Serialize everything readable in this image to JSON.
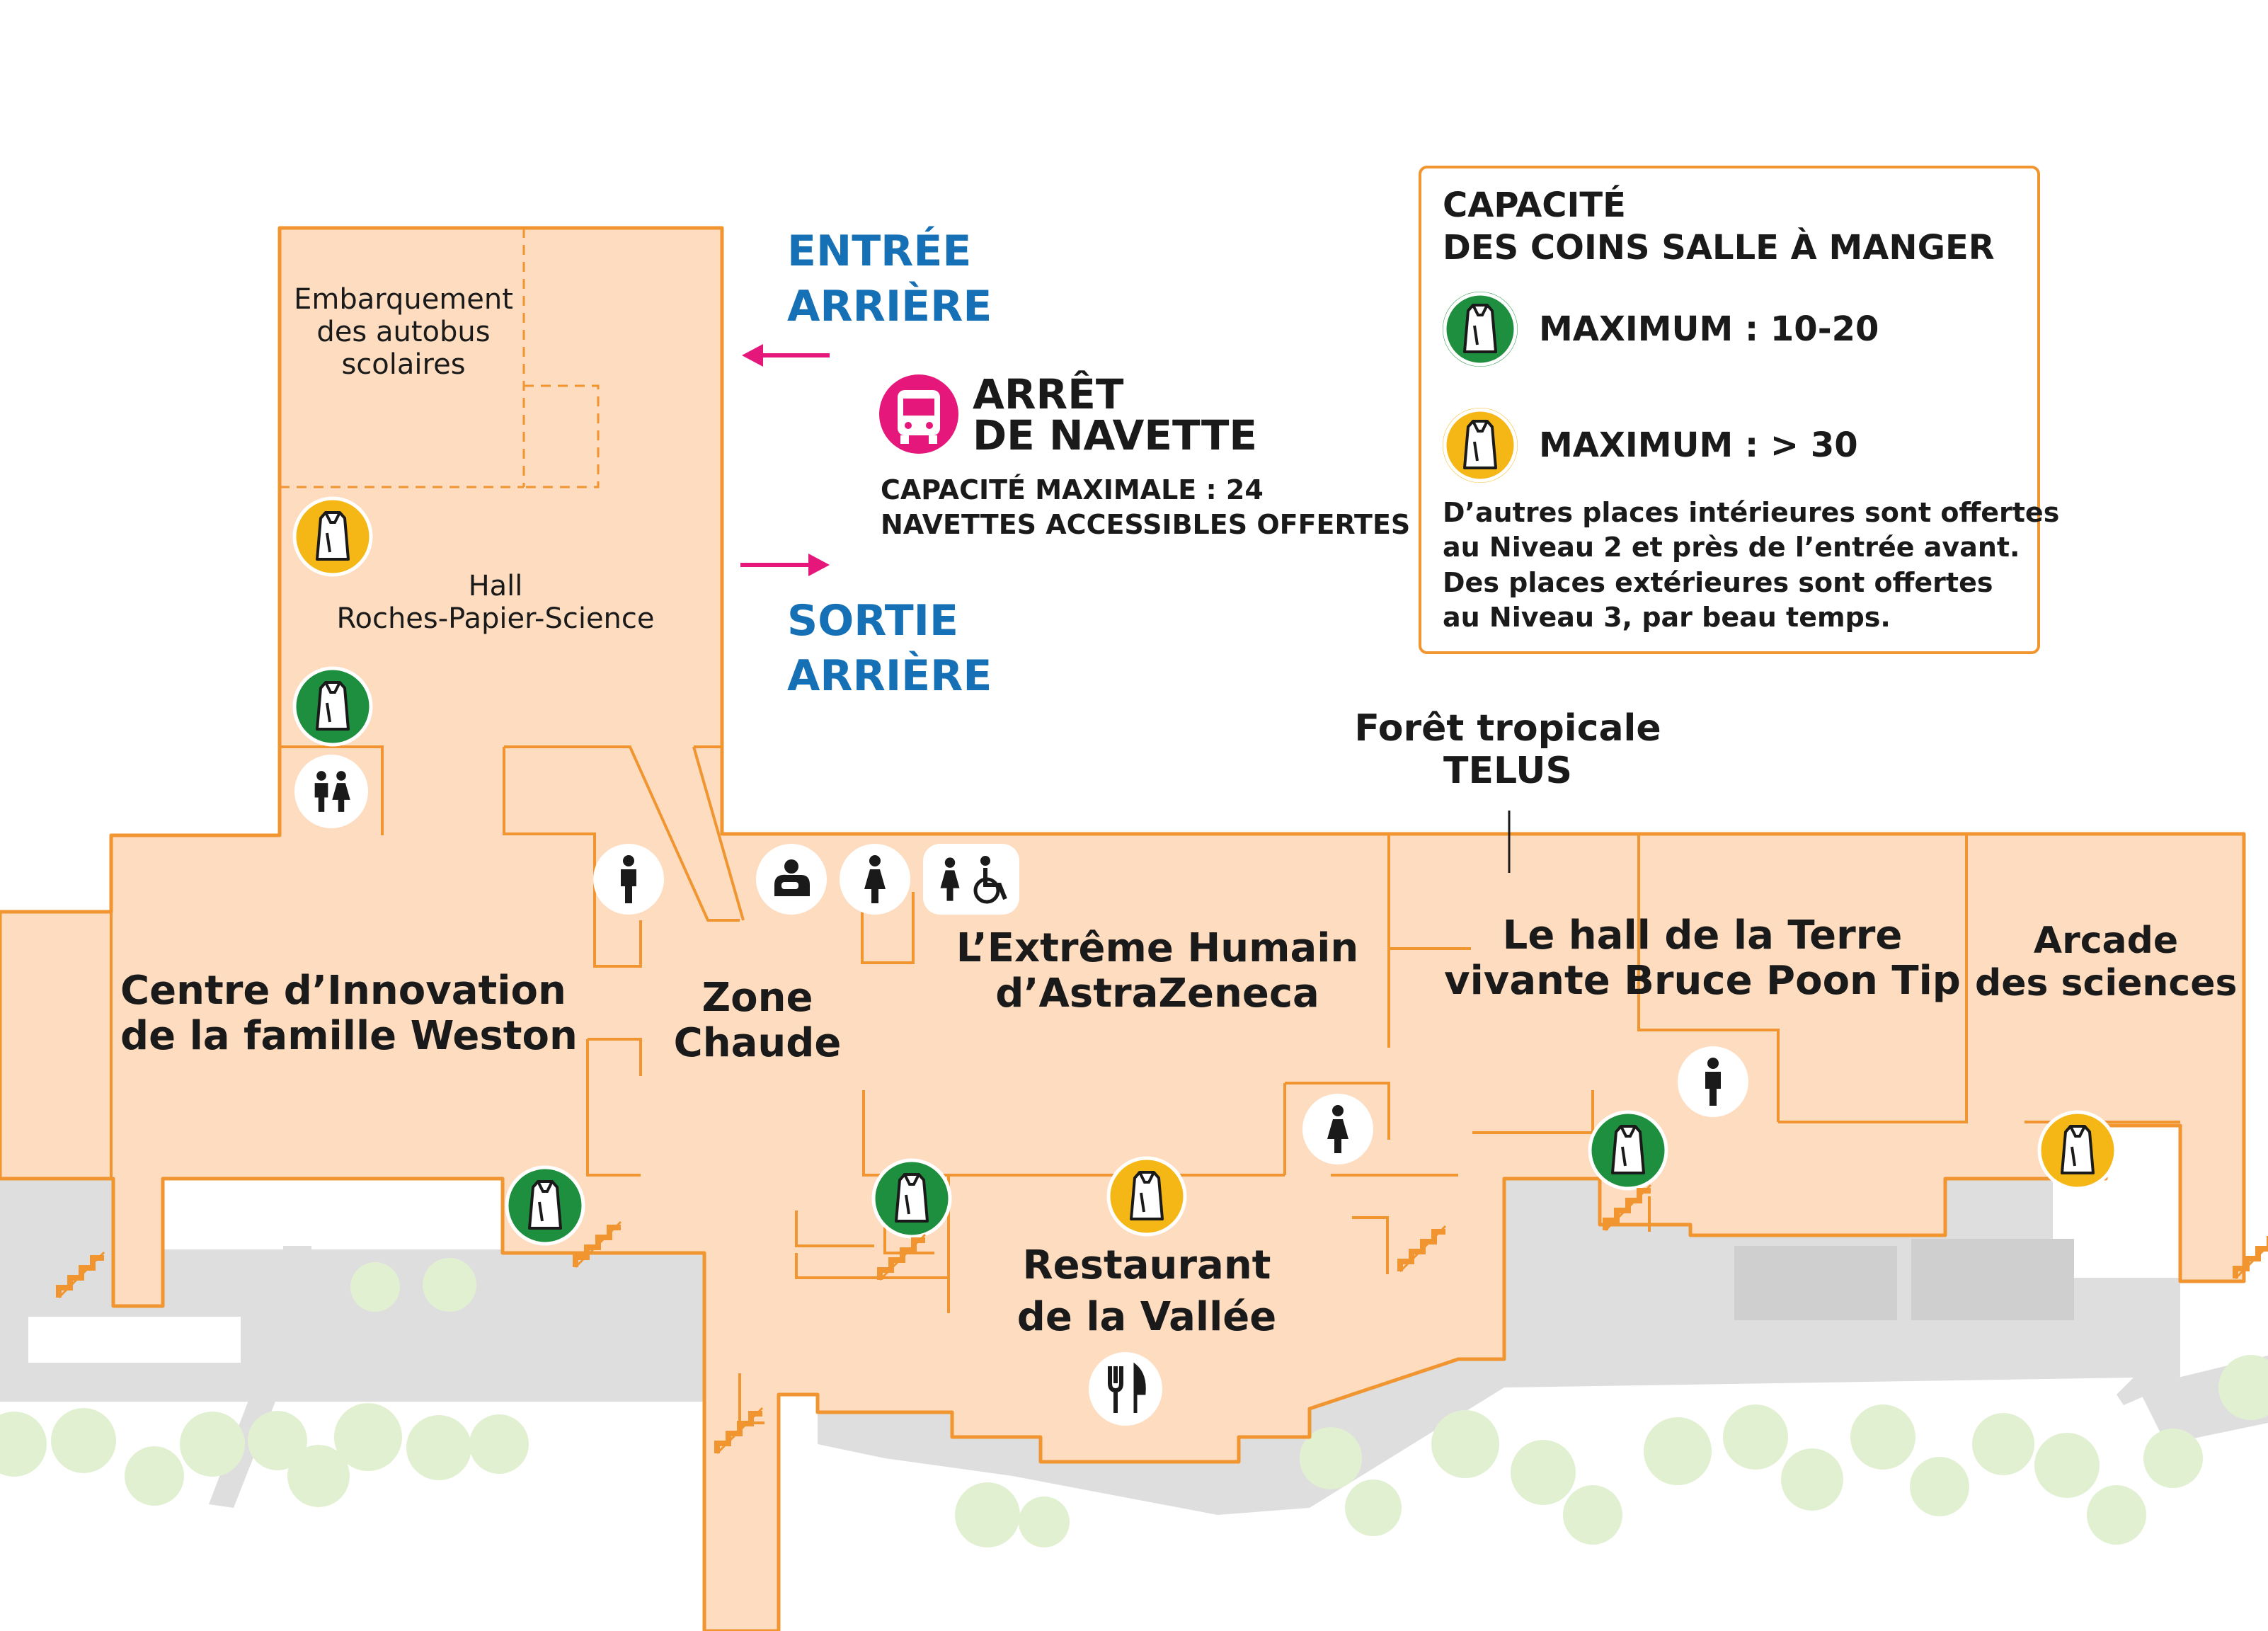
{
  "legend": {
    "title_line1": "CAPACITÉ",
    "title_line2": "DES COINS SALLE À MANGER",
    "green_label": "MAXIMUM : 10-20",
    "yellow_label": "MAXIMUM : > 30",
    "note_lines": [
      "D’autres places intérieures sont offertes",
      "au Niveau 2 et près de l’entrée avant.",
      "Des places extérieures sont offertes",
      "au Niveau 3, par beau temps."
    ]
  },
  "entrances": {
    "rear_entry_line1": "ENTRÉE",
    "rear_entry_line2": "ARRIÈRE",
    "rear_exit_line1": "SORTIE",
    "rear_exit_line2": "ARRIÈRE"
  },
  "shuttle": {
    "title_line1": "ARRÊT",
    "title_line2": "DE NAVETTE",
    "capacity": "CAPACITÉ MAXIMALE : 24",
    "accessible": "NAVETTES ACCESSIBLES OFFERTES",
    "icon": "bus-icon"
  },
  "areas": {
    "school_bus_line1": "Embarquement",
    "school_bus_line2": "des autobus",
    "school_bus_line3": "scolaires",
    "hall_line1": "Hall",
    "hall_line2": "Roches-Papier-Science",
    "innovation_line1": "Centre d’Innovation",
    "innovation_line2": "de la famille Weston",
    "zone_line1": "Zone",
    "zone_line2": "Chaude",
    "extreme_line1": "L’Extrême Humain",
    "extreme_line2": "d’AstraZeneca",
    "rainforest_line1": "Forêt tropicale",
    "rainforest_line2": "TELUS",
    "earth_line1": "Le hall de la Terre",
    "earth_line2": "vivante Bruce Poon Tip",
    "arcade_line1": "Arcade",
    "arcade_line2": "des sciences",
    "restaurant_line1": "Restaurant",
    "restaurant_line2": "de la Vallée"
  },
  "colors": {
    "floor": "#fddcc0",
    "wall": "#f0952f",
    "outdoor": "#dedede",
    "tree": "#e2f0d2",
    "dining_small": "#1e8f3e",
    "dining_large": "#f5b716",
    "shuttle": "#e5177a",
    "arrow": "#e5177a",
    "entrance_text": "#1570b5",
    "stairs": "#f0952f"
  },
  "icons": {
    "dining_small": "green-lunch-bag-icon",
    "dining_large": "yellow-lunch-bag-icon",
    "restroom_family": "family-restroom-icon",
    "restroom_men": "men-restroom-icon",
    "restroom_women": "women-restroom-icon",
    "restroom_accessible": "accessible-restroom-icon",
    "nursing": "nursing-room-icon",
    "restaurant": "fork-knife-icon",
    "stairs": "stairs-icon"
  }
}
